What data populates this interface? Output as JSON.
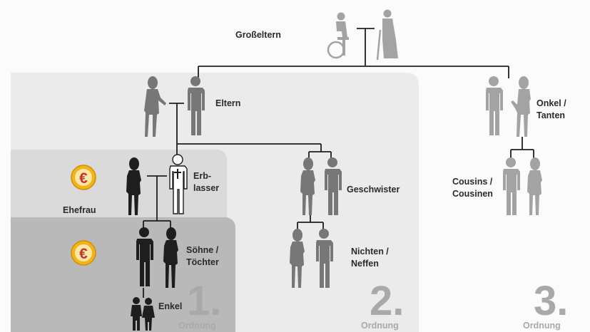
{
  "labels": {
    "grandparents": "Großeltern",
    "parents": "Eltern",
    "uncles_line1": "Onkel /",
    "uncles_line2": "Tanten",
    "deceased_line1": "Erb-",
    "deceased_line2": "lasser",
    "wife": "Ehefrau",
    "siblings": "Geschwister",
    "cousins_line1": "Cousins /",
    "cousins_line2": "Cousinen",
    "children_line1": "Söhne /",
    "children_line2": "Töchter",
    "nephews_line1": "Nichten /",
    "nephews_line2": "Neffen",
    "grandchildren": "Enkel"
  },
  "orders": [
    {
      "number": "1.",
      "word": "Ordnung"
    },
    {
      "number": "2.",
      "word": "Ordnung"
    },
    {
      "number": "3.",
      "word": "Ordnung"
    }
  ],
  "icons": {
    "coin": "euro-coin-icon",
    "cross": "cross-icon"
  },
  "colors": {
    "zone_order2": "#ebebeb",
    "zone_order1_top": "#d9d9d9",
    "zone_order1_bottom": "#b9b9b9",
    "figure_dark": "#1e1e1e",
    "figure_mid": "#777777",
    "figure_light": "#a3a3a3",
    "coin_gold": "#f2b416",
    "coin_red": "#c8332b"
  }
}
